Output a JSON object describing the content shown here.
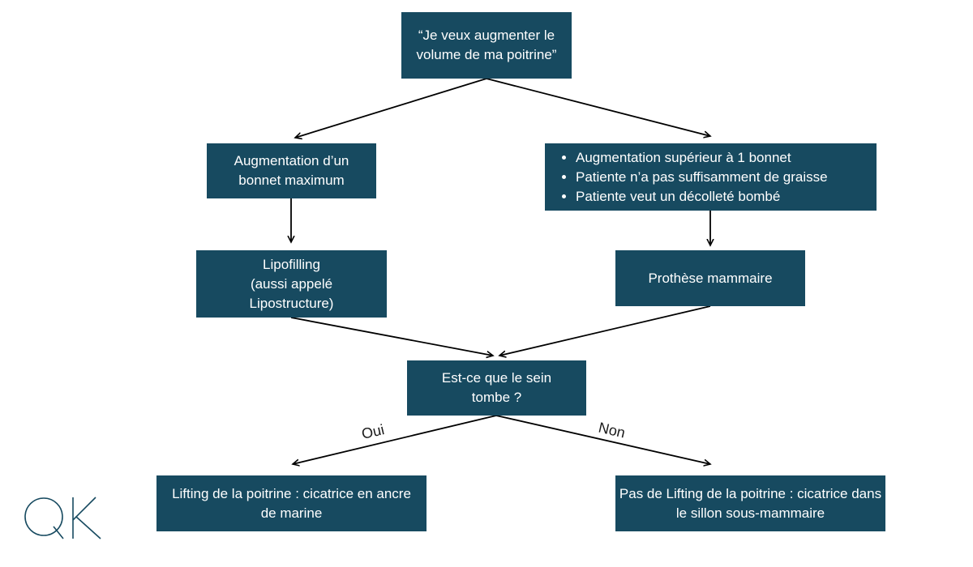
{
  "nodes": {
    "start": "“Je veux augmenter le volume de ma poitrine”",
    "one_cup": "Augmentation d’un bonnet maximum",
    "criteria": [
      "Augmentation supérieur à 1 bonnet",
      "Patiente n’a pas suffisamment de graisse",
      "Patiente veut un décolleté bombé"
    ],
    "lipofilling": "Lipofilling\n(aussi appelé\nLipostructure)",
    "prosthesis": "Prothèse mammaire",
    "question": "Est-ce que le sein tombe ?",
    "lifting_yes": "Lifting de la poitrine : cicatrice en ancre de marine",
    "lifting_no": "Pas de Lifting de la poitrine : cicatrice dans le sillon sous-mammaire"
  },
  "edge_labels": {
    "yes": "Oui",
    "no": "Non"
  },
  "logo": {
    "text": "QK",
    "color": "#174a60"
  },
  "colors": {
    "node_fill": "#174a60",
    "node_text": "#ffffff",
    "edge": "#000000"
  }
}
